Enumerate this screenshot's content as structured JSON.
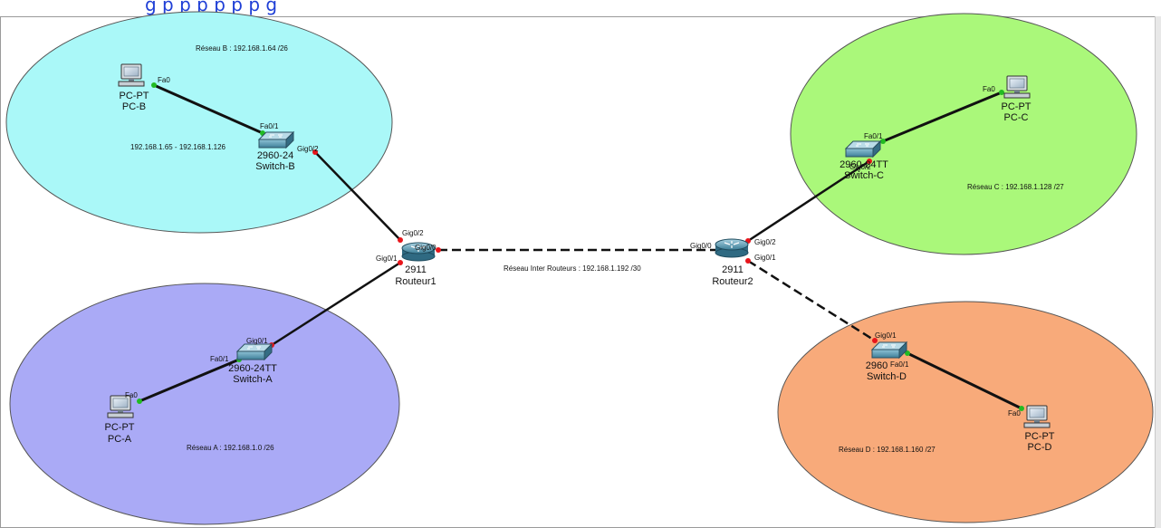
{
  "header": {
    "text": "g     p  p         p      p          p      p        g"
  },
  "colors": {
    "network_b": "#aaf8f8",
    "network_a": "#aaaaf6",
    "network_c": "#aaf87a",
    "network_d": "#f8aa7a",
    "cable": "#111111",
    "port_down": "#e8151b",
    "port_up": "#22bb22"
  },
  "networks": {
    "b": "Réseau B : 192.168.1.64 /26",
    "b_range": "192.168.1.65 - 192.168.1.126",
    "a": "Réseau A : 192.168.1.0 /26",
    "c": "Réseau C : 192.168.1.128 /27",
    "d": "Réseau D : 192.168.1.160 /27",
    "inter": "Réseau Inter Routeurs : 192.168.1.192 /30"
  },
  "devices": {
    "pc_b": {
      "model": "PC-PT",
      "name": "PC-B",
      "port": "Fa0"
    },
    "pc_a": {
      "model": "PC-PT",
      "name": "PC-A",
      "port": "Fa0"
    },
    "pc_c": {
      "model": "PC-PT",
      "name": "PC-C",
      "port": "Fa0"
    },
    "pc_d": {
      "model": "PC-PT",
      "name": "PC-D",
      "port": "Fa0"
    },
    "switch_b": {
      "model": "2960-24",
      "name": "Switch-B",
      "port_pc": "Fa0/1",
      "port_up": "Gig0/2"
    },
    "switch_a": {
      "model": "2960-24TT",
      "name": "Switch-A",
      "port_pc": "Fa0/1",
      "port_up": "Gig0/1"
    },
    "switch_c": {
      "model": "2960-24TT",
      "name": "Switch-C",
      "port_pc": "Fa0/1",
      "port_up": "Gig0/2"
    },
    "switch_d": {
      "model": "2960",
      "name": "Switch-D",
      "port_pc": "Fa0/1",
      "port_up": "Gig0/1"
    },
    "router1": {
      "model": "2911",
      "name": "Routeur1",
      "port_b": "Gig0/2",
      "port_a": "Gig0/1",
      "port_inter": "Gig0/0"
    },
    "router2": {
      "model": "2911",
      "name": "Routeur2",
      "port_inter": "Gig0/0",
      "port_c": "Gig0/2",
      "port_d": "Gig0/1"
    }
  },
  "icons": {
    "pc": "desktop-computer-icon",
    "switch": "switch-icon",
    "router": "router-icon"
  }
}
